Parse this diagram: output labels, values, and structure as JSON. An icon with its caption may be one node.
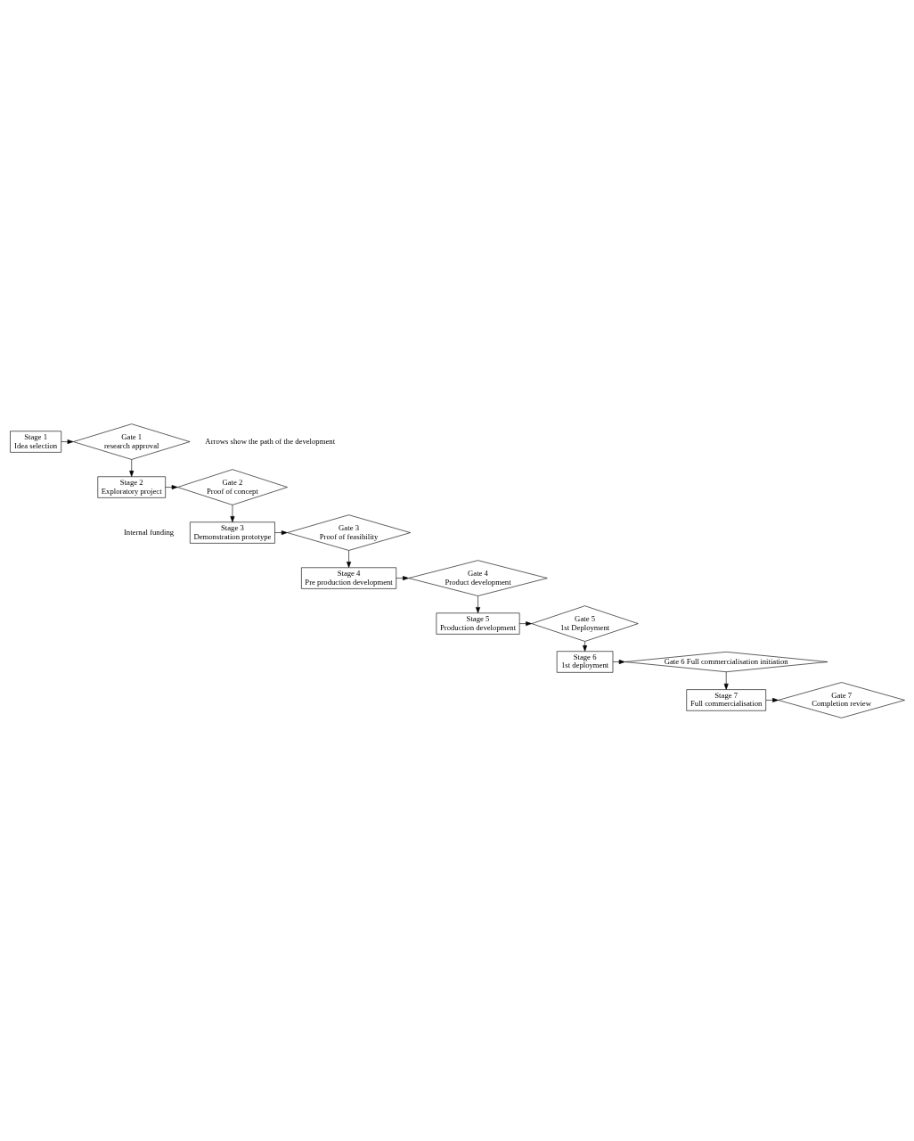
{
  "diagram": {
    "nodes": [
      {
        "text": [
          "Stage 1",
          "Idea selection"
        ]
      },
      {
        "text": [
          "Gate 1",
          "research approval"
        ]
      },
      {
        "text": [
          "Stage 2",
          "Exploratory project"
        ]
      },
      {
        "text": [
          "Gate 2",
          "Proof of concept"
        ]
      },
      {
        "text": [
          "Stage 3",
          "Demonstration prototype"
        ]
      },
      {
        "text": [
          "Gate 3",
          "Proof of feasibility"
        ]
      },
      {
        "text": [
          "Stage 4",
          "Pre production development"
        ]
      },
      {
        "text": [
          "Gate 4",
          "Product development"
        ]
      },
      {
        "text": [
          "Stage 5",
          "Production development"
        ]
      },
      {
        "text": [
          "Gate 5",
          "1st Deployment"
        ]
      },
      {
        "text": [
          "Stage 6",
          "1st deployment"
        ]
      },
      {
        "text": [
          "Gate 6 Full commercialisation initiation"
        ]
      },
      {
        "text": [
          "Stage 7",
          "Full commercialisation"
        ]
      },
      {
        "text": [
          "Gate 7",
          "Completion review"
        ]
      }
    ],
    "edges": [
      {
        "from": 0,
        "to": 1,
        "arrow": "to"
      },
      {
        "from": 1,
        "to": 2,
        "arrow": "to"
      },
      {
        "from": 2,
        "to": 3,
        "arrow": "to"
      },
      {
        "from": 3,
        "to": 4,
        "arrow": "to"
      },
      {
        "from": 4,
        "to": 5,
        "arrow": "to"
      },
      {
        "from": 5,
        "to": 6,
        "arrow": "to"
      },
      {
        "from": 6,
        "to": 7,
        "arrow": "to"
      },
      {
        "from": 7,
        "to": 8,
        "arrow": "to"
      },
      {
        "from": 8,
        "to": 9,
        "arrow": "to"
      },
      {
        "from": 9,
        "to": 10,
        "arrow": "to"
      },
      {
        "from": 10,
        "to": 11,
        "arrow": "to"
      },
      {
        "from": 11,
        "to": 12,
        "arrow": "to"
      },
      {
        "from": 12,
        "to": 13,
        "arrow": "to"
      }
    ],
    "labels": [
      "Arrows show the path of the development",
      "Internal funding"
    ]
  }
}
